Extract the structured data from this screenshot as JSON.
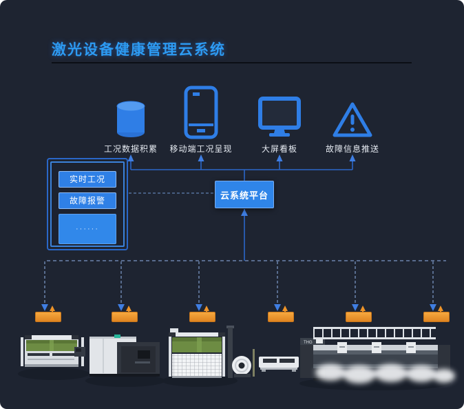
{
  "title": "激光设备健康管理云系统",
  "colors": {
    "background": "#1e2431",
    "title_blue": "#2d9bf2",
    "icon_blue": "#2f7ee6",
    "line_blue": "#2b67c9",
    "arrow_blue": "#3f7ee2",
    "dashed_gray_blue": "#6b84ad",
    "collector_orange": "#f0952e",
    "machine_green": "#6d8c43"
  },
  "services": [
    {
      "icon": "database-icon",
      "label": "工况数据积累"
    },
    {
      "icon": "mobile-icon",
      "label": "移动端工况呈现"
    },
    {
      "icon": "monitor-icon",
      "label": "大屏看板"
    },
    {
      "icon": "warning-icon",
      "label": "故障信息推送"
    }
  ],
  "hmi_panel": {
    "buttons": [
      {
        "label": "实时工况"
      },
      {
        "label": "故障报警"
      }
    ],
    "screen_placeholder": "······"
  },
  "platform": {
    "label": "云系统平台"
  },
  "collectors": {
    "count": 6
  },
  "machines": {
    "brand_label": "THG"
  }
}
